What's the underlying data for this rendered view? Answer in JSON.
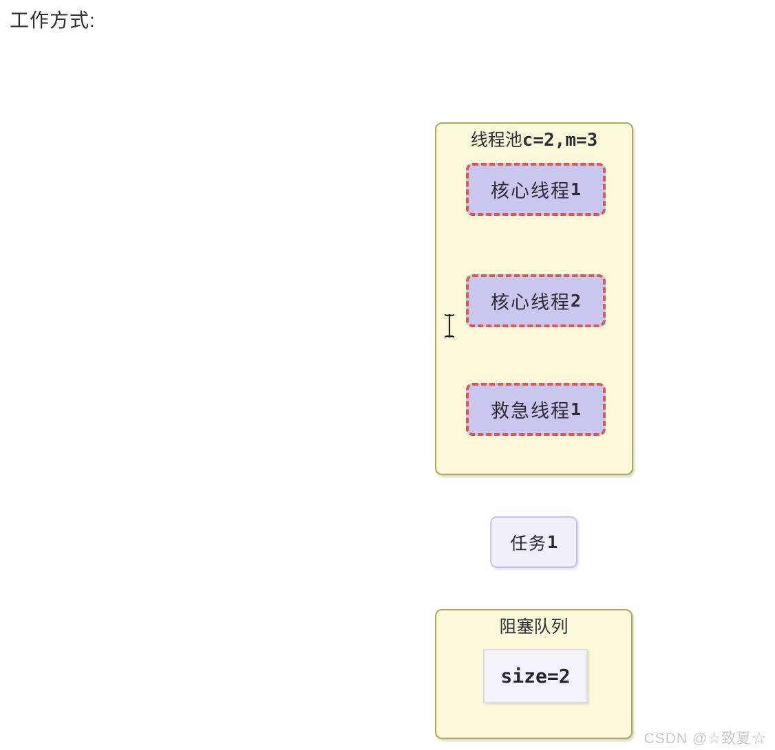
{
  "page": {
    "title": "工作方式:",
    "watermark": "CSDN @☆致夏☆"
  },
  "diagram": {
    "thread_pool": {
      "title_cjk": "线程池",
      "title_code": "c=2,m=3",
      "threads": [
        {
          "label_cjk": "核心线程",
          "label_num": "1"
        },
        {
          "label_cjk": "核心线程",
          "label_num": "2"
        },
        {
          "label_cjk": "救急线程",
          "label_num": "1"
        }
      ]
    },
    "task": {
      "label_cjk": "任务",
      "label_num": "1"
    },
    "blocking_queue": {
      "title": "阻塞队列",
      "size_label": "size=2"
    }
  },
  "cursor": {
    "icon": "text-ibeam-cursor"
  },
  "colors": {
    "pool_fill": "#fcf9da",
    "pool_border": "#a9a85b",
    "thread_fill": "#c8c8ef",
    "thread_border": "#e2574f",
    "task_fill": "#f1effa",
    "task_border": "#c7c3e6",
    "size_fill": "#f4f3fb",
    "size_border": "#dcd9ee",
    "text": "#2b2b33",
    "watermark": "#c9c9c9"
  }
}
